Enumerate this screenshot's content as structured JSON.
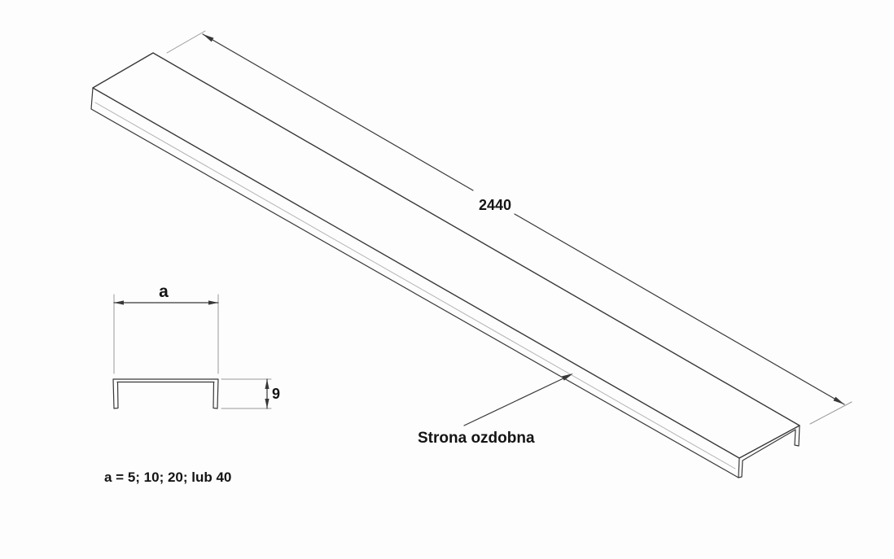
{
  "diagram": {
    "type": "technical-line-drawing",
    "isometric_view": {
      "length_label": "2440",
      "leader_label": "Strona ozdobna"
    },
    "cross_section": {
      "width_label": "a",
      "height_label": "9"
    },
    "note": "a = 5; 10; 20; lub 40"
  },
  "colors": {
    "edge": "#383838",
    "thin": "#999999",
    "highlight": "#b3b3b3",
    "text": "#141414",
    "background": "#fdfdfd"
  }
}
